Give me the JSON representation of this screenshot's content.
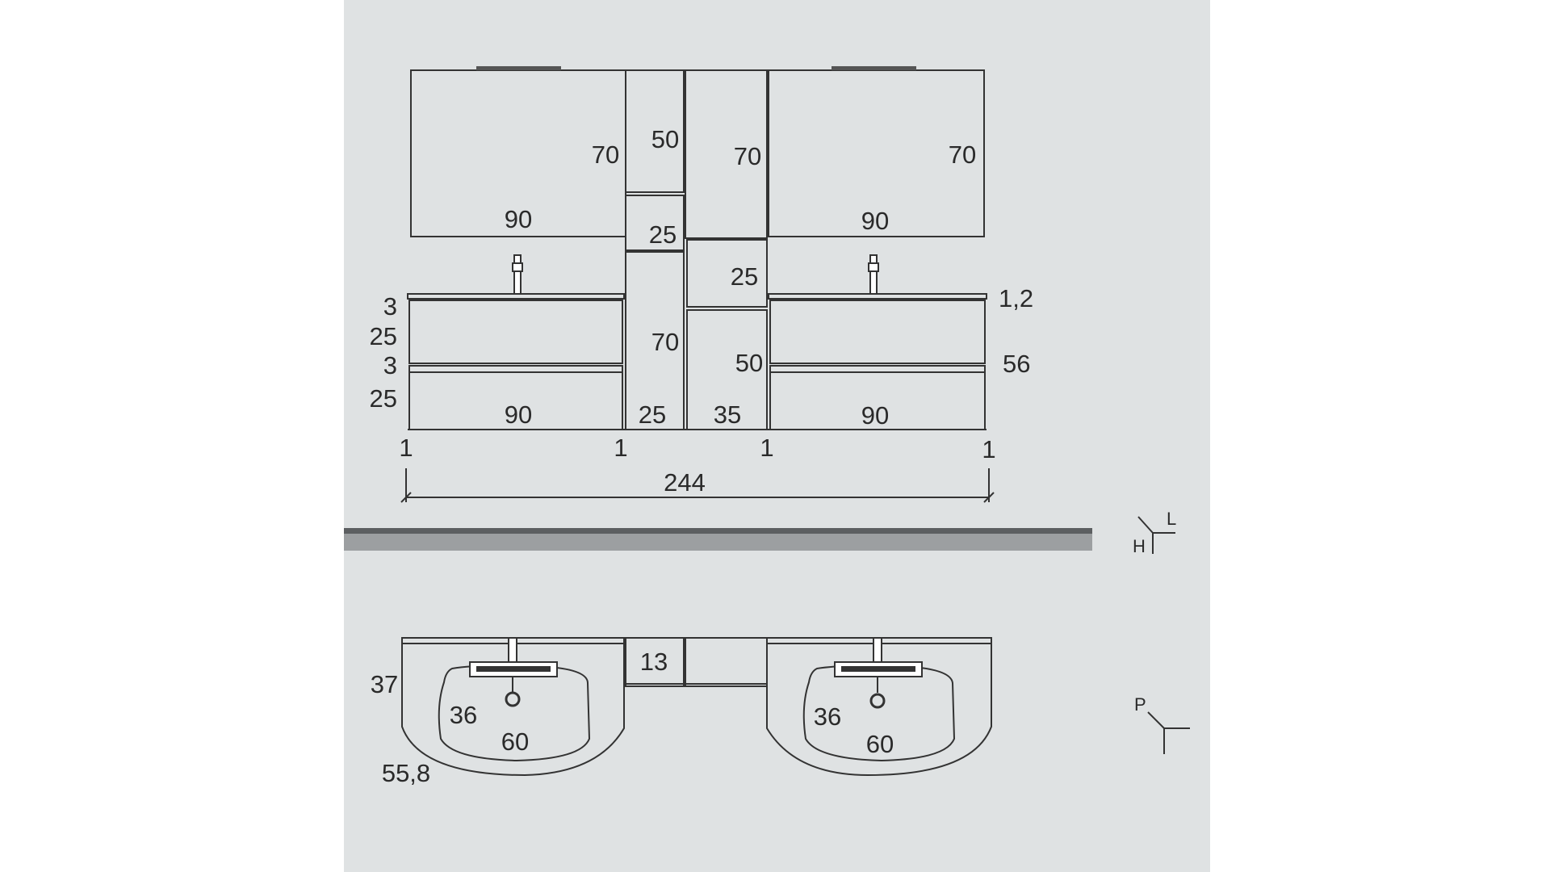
{
  "elevation": {
    "upper_left": {
      "height": "70",
      "width": "90"
    },
    "upper_col1_top": "50",
    "upper_col1_mid": "25",
    "upper_col2_top": "70",
    "upper_right": {
      "height": "70",
      "width": "90"
    },
    "col2_mid": "25",
    "col1_low": "70",
    "col2_low": "50",
    "base_col1_width": "25",
    "base_col2_width": "35",
    "left_stack": [
      "3",
      "25",
      "3",
      "25"
    ],
    "base_left_width": "90",
    "base_right_width": "90",
    "right_top": "1,2",
    "right_height": "56",
    "gaps": [
      "1",
      "1",
      "1",
      "1"
    ],
    "total": "244",
    "axis": {
      "h": "H",
      "l": "L"
    }
  },
  "plan": {
    "depth_left": "37",
    "left_basin": {
      "depth": "36",
      "width": "60"
    },
    "left_outer": "55,8",
    "middle": "13",
    "right_basin": {
      "depth": "36",
      "width": "60"
    },
    "axis": {
      "p": "P"
    }
  },
  "colors": {
    "paper": "#dfe2e3",
    "line": "#333333",
    "band": "#5c5f61"
  }
}
